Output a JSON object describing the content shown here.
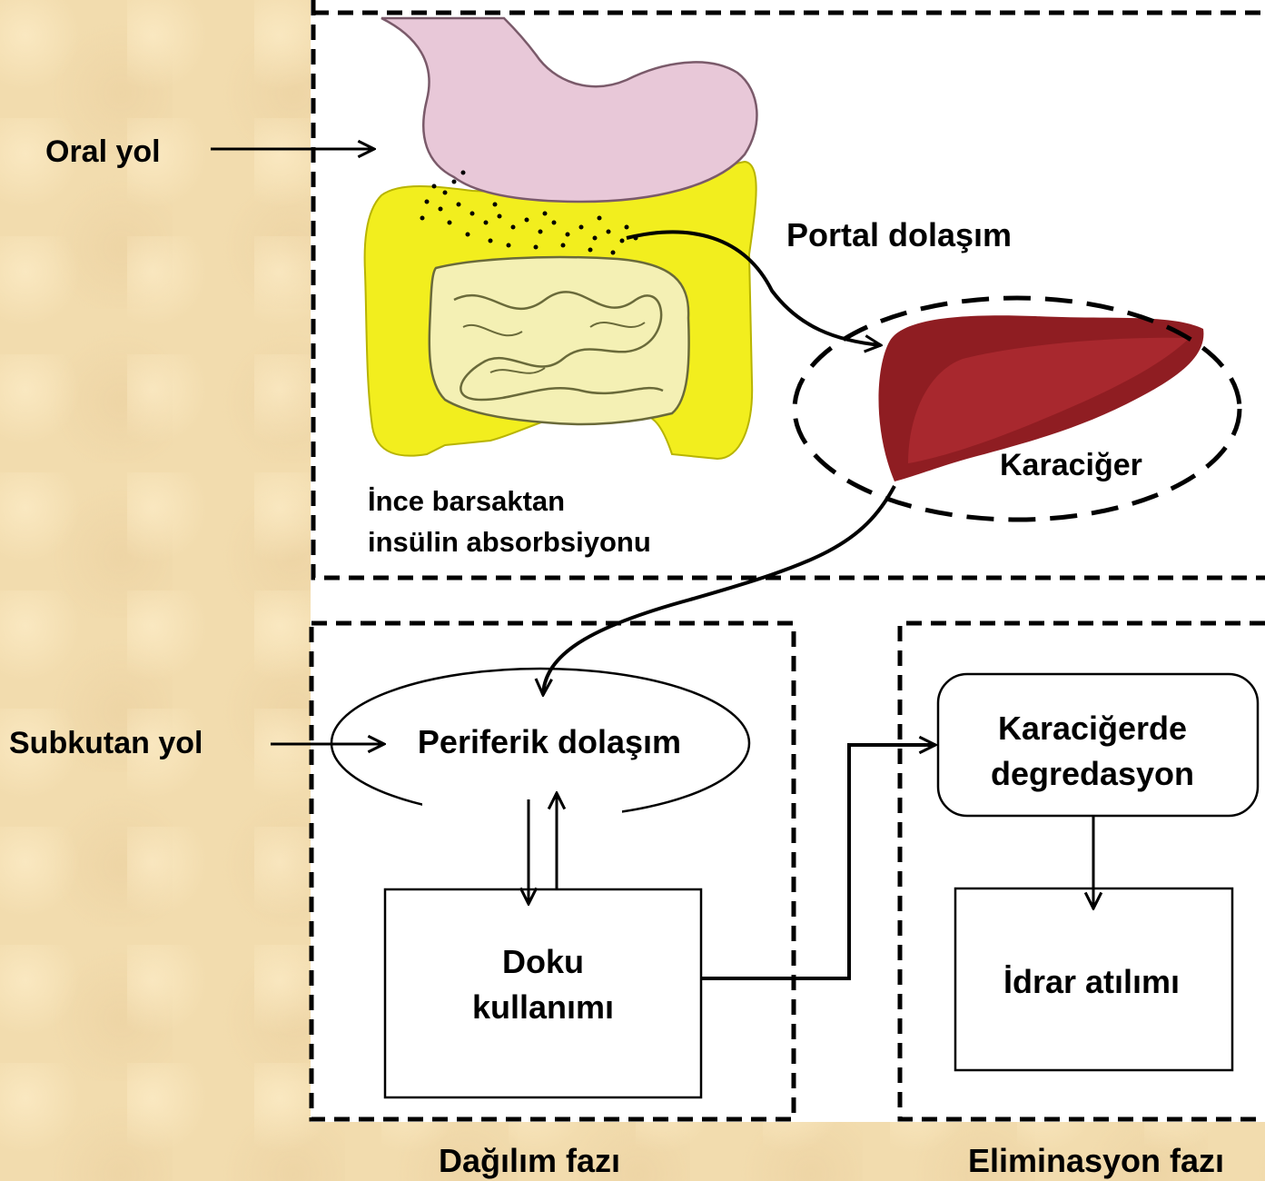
{
  "labels": {
    "oral_route": "Oral yol",
    "subcutaneous_route": "Subkutan yol",
    "portal_circulation": "Portal dolaşım",
    "liver": "Karaciğer",
    "intestine_absorption_line1": "İnce barsaktan",
    "intestine_absorption_line2": "insülin absorbsiyonu",
    "peripheral_circulation": "Periferik dolaşım",
    "tissue_use_line1": "Doku",
    "tissue_use_line2": "kullanımı",
    "liver_degradation_line1": "Karaciğerde",
    "liver_degradation_line2": "degredasyon",
    "urine_excretion": "İdrar atılımı",
    "distribution_phase": "Dağılım fazı",
    "elimination_phase": "Eliminasyon fazı"
  },
  "colors": {
    "background": "#f2dcae",
    "panel": "#ffffff",
    "stomach": "#e8c8d8",
    "colon": "#f2ee1e",
    "small_intestine": "#f4f0b4",
    "liver_dark": "#8f1d22",
    "liver_light": "#a8282e"
  }
}
